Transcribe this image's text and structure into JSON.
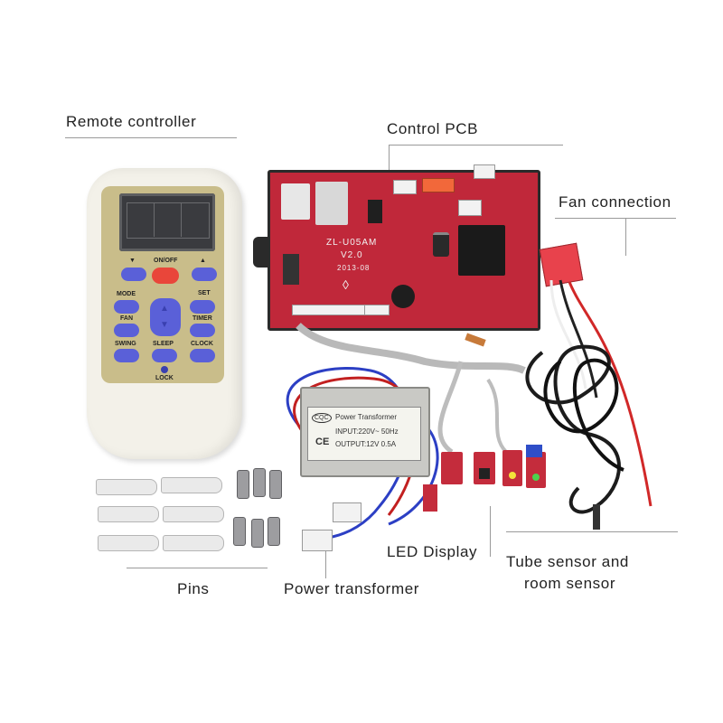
{
  "labels": {
    "remote_controller": "Remote controller",
    "control_pcb": "Control PCB",
    "fan_connection": "Fan connection",
    "led_display": "LED Display",
    "tube_sensor_line1": "Tube sensor and",
    "tube_sensor_line2": "room sensor",
    "pins": "Pins",
    "power_transformer": "Power transformer"
  },
  "remote": {
    "buttons": {
      "on_off": "ON/OFF",
      "up": "▲",
      "down": "▼",
      "mode": "MODE",
      "set": "SET",
      "fan": "FAN",
      "timer": "TIMER",
      "swing": "SWING",
      "sleep": "SLEEP",
      "clock": "CLOCK",
      "lock": "LOCK"
    }
  },
  "pcb": {
    "model": "ZL-U05AM",
    "version": "V2.0",
    "date": "2013-08"
  },
  "transformer": {
    "title": "Power Transformer",
    "input": "INPUT:220V~ 50Hz",
    "output": "OUTPUT:12V  0.5A",
    "cert": "CQC"
  },
  "colors": {
    "pcb_red": "#c0283a",
    "remote_button_blue": "#5a60d8",
    "remote_button_red": "#e9463a",
    "remote_panel": "#c9bd8a"
  }
}
